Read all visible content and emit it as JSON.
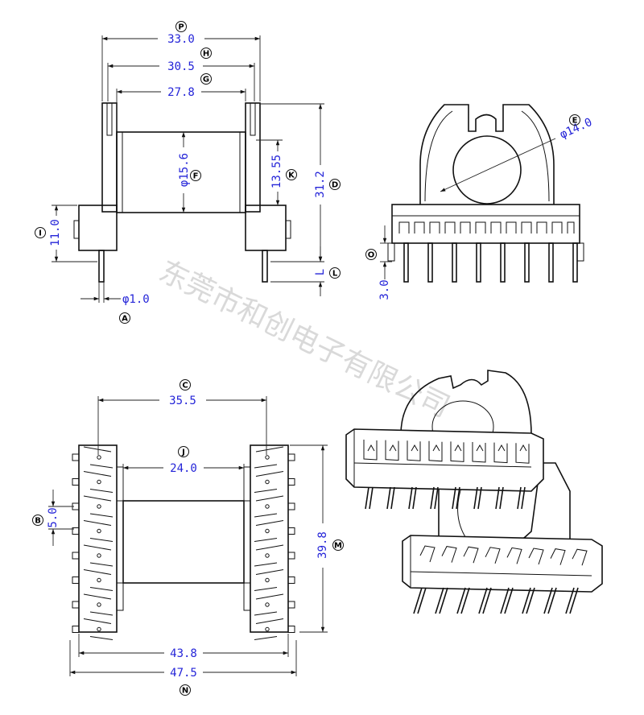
{
  "watermark": "东莞市和创电子有限公司",
  "dimensions": {
    "P": "33.0",
    "H": "30.5",
    "G": "27.8",
    "F": "φ15.6",
    "K": "13.55",
    "D": "31.2",
    "I": "11.0",
    "A": "φ1.0",
    "L": "L",
    "E": "φ14.0",
    "O": "3.0",
    "C": "35.5",
    "J": "24.0",
    "B": "5.0",
    "M": "39.8",
    "N1": "43.8",
    "N2": "47.5"
  },
  "labels": {
    "P": "P",
    "H": "H",
    "G": "G",
    "F": "F",
    "K": "K",
    "D": "D",
    "I": "I",
    "A": "A",
    "L": "L",
    "E": "E",
    "O": "O",
    "C": "C",
    "J": "J",
    "B": "B",
    "M": "M",
    "N": "N"
  }
}
